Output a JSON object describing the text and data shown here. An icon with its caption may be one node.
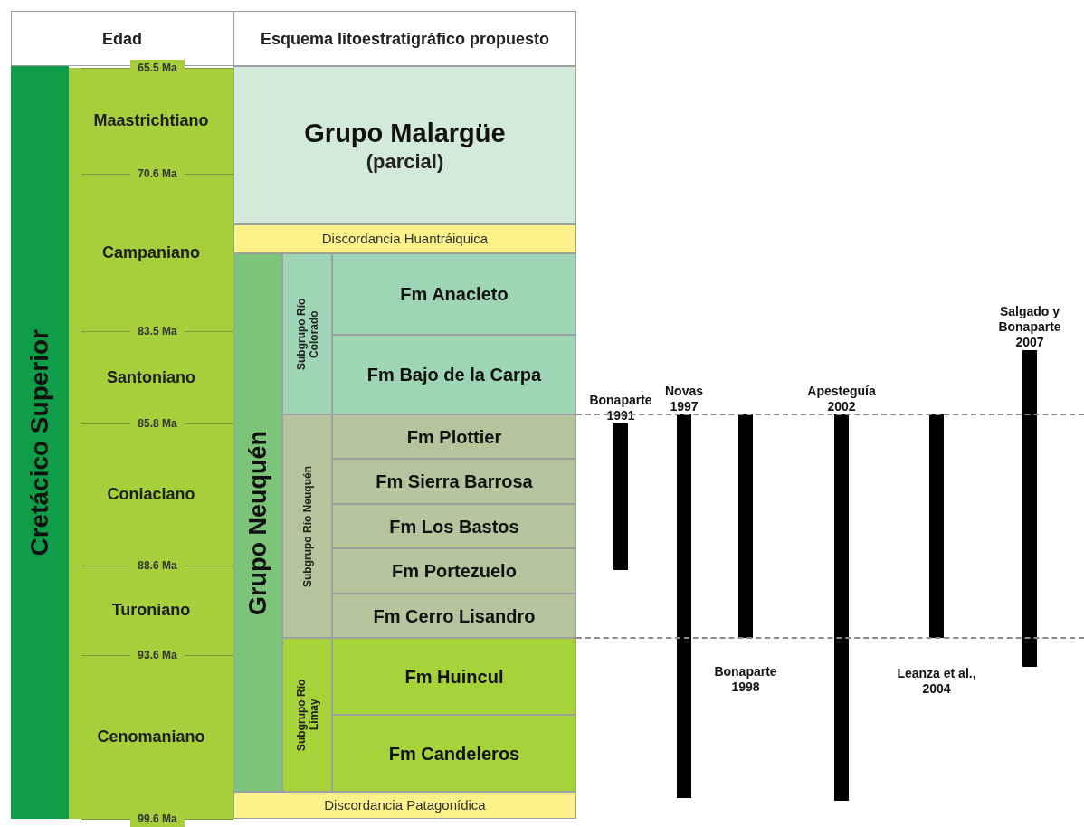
{
  "diagram": {
    "nodes": [
      {
        "text": [
          "Edad"
        ]
      },
      {
        "text": [
          "Esquema litoestratigráfico propuesto"
        ]
      },
      {
        "text": [
          "Cretácico Superior"
        ]
      },
      {
        "text": [
          "Maastrichtiano"
        ]
      },
      {
        "text": [
          "Campaniano"
        ]
      },
      {
        "text": [
          "Santoniano"
        ]
      },
      {
        "text": [
          "Coniaciano"
        ]
      },
      {
        "text": [
          "Turoniano"
        ]
      },
      {
        "text": [
          "Cenomaniano"
        ]
      },
      {
        "text": [
          "Grupo Malargüe",
          "(parcial)"
        ]
      },
      {
        "text": [
          "Discordancia Huantráiquica"
        ]
      },
      {
        "text": [
          "Grupo Neuquén"
        ]
      },
      {
        "text": [
          "Subgrupo Río Colorado"
        ]
      },
      {
        "text": [
          "Fm Anacleto"
        ]
      },
      {
        "text": [
          "Fm Bajo de la Carpa"
        ]
      },
      {
        "text": [
          "Subgrupo Río Neuquén"
        ]
      },
      {
        "text": [
          "Fm Plottier"
        ]
      },
      {
        "text": [
          "Fm Sierra Barrosa"
        ]
      },
      {
        "text": [
          "Fm Los Bastos"
        ]
      },
      {
        "text": [
          "Fm Portezuelo"
        ]
      },
      {
        "text": [
          "Fm Cerro Lisandro"
        ]
      },
      {
        "text": [
          "Subgrupo Río Limay"
        ]
      },
      {
        "text": [
          "Fm Huincul"
        ]
      },
      {
        "text": [
          "Fm Candeleros"
        ]
      },
      {
        "text": [
          "Discordancia Patagonídica"
        ]
      },
      {
        "text": [
          "Bonaparte 1991"
        ]
      },
      {
        "text": [
          "Novas 1997"
        ]
      },
      {
        "text": [
          "Bonaparte 1998"
        ]
      },
      {
        "text": [
          "Apesteguía 2002"
        ]
      },
      {
        "text": [
          "Leanza et al., 2004"
        ]
      },
      {
        "text": [
          "Salgado y Bonaparte 2007"
        ]
      }
    ],
    "edges": [],
    "labels": [
      "65.5 Ma",
      "70.6 Ma",
      "83.5 Ma",
      "85.8 Ma",
      "88.6 Ma",
      "93.6 Ma",
      "99.6 Ma"
    ]
  }
}
